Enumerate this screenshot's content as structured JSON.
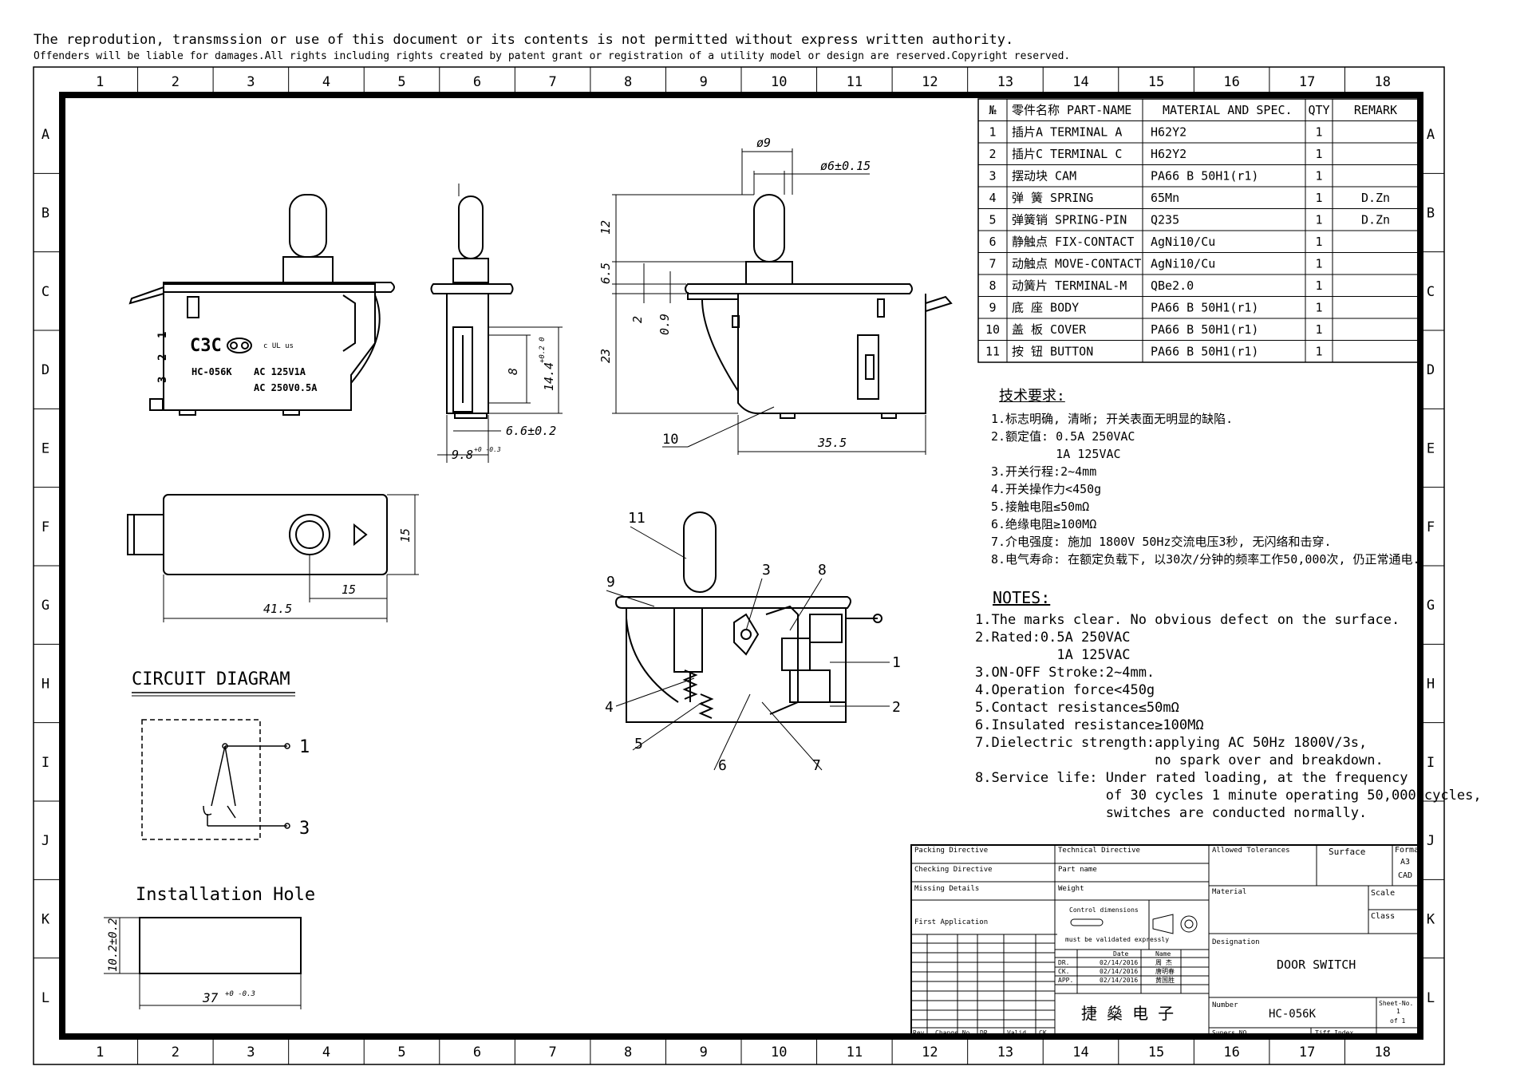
{
  "header": {
    "line1": "The reprodution, transmssion  or use of this document or its contents is not permitted without express written authority.",
    "line2": "Offenders will be liable for damages.All rights including rights created by patent grant or registration of a utility model or design are reserved.Copyright reserved."
  },
  "grid": {
    "columns": [
      "1",
      "2",
      "3",
      "4",
      "5",
      "6",
      "7",
      "8",
      "9",
      "10",
      "11",
      "12",
      "13",
      "14",
      "15",
      "16",
      "17",
      "18"
    ],
    "rows": [
      "A",
      "B",
      "C",
      "D",
      "E",
      "F",
      "G",
      "H",
      "I",
      "J",
      "K",
      "L"
    ]
  },
  "parts": {
    "headers": [
      "№",
      "零件名称 PART-NAME",
      "MATERIAL AND SPEC.",
      "QTY",
      "REMARK"
    ],
    "rows": [
      [
        "1",
        "插片A TERMINAL A",
        "H62Y2",
        "1",
        ""
      ],
      [
        "2",
        "插片C TERMINAL C",
        "H62Y2",
        "1",
        ""
      ],
      [
        "3",
        "摆动块 CAM",
        "PA66 B 50H1(r1)",
        "1",
        ""
      ],
      [
        "4",
        "弹 簧 SPRING",
        "65Mn",
        "1",
        "D.Zn"
      ],
      [
        "5",
        "弹簧销  SPRING-PIN",
        "Q235",
        "1",
        "D.Zn"
      ],
      [
        "6",
        "静触点 FIX-CONTACT",
        "AgNi10/Cu",
        "1",
        ""
      ],
      [
        "7",
        "动触点 MOVE-CONTACT",
        "AgNi10/Cu",
        "1",
        ""
      ],
      [
        "8",
        "动簧片  TERMINAL-M",
        "QBe2.0",
        "1",
        ""
      ],
      [
        "9",
        "底 座 BODY",
        "PA66 B 50H1(r1)",
        "1",
        ""
      ],
      [
        "10",
        "盖 板 COVER",
        "PA66 B 50H1(r1)",
        "1",
        ""
      ],
      [
        "11",
        "按 钮 BUTTON",
        "PA66 B 50H1(r1)",
        "1",
        ""
      ]
    ]
  },
  "tech_cn": {
    "title": "技术要求:",
    "lines": [
      "1.标志明确, 清晰; 开关表面无明显的缺陷.",
      "2.额定值: 0.5A 250VAC",
      "         1A 125VAC",
      "3.开关行程:2~4mm",
      "4.开关操作力<450g",
      "5.接触电阻≤50mΩ",
      "6.绝缘电阻≥100MΩ",
      "7.介电强度: 施加 1800V 50Hz交流电压3秒, 无闪络和击穿.",
      "8.电气寿命: 在额定负载下, 以30次/分钟的频率工作50,000次, 仍正常通电."
    ]
  },
  "notes_en": {
    "title": "NOTES:",
    "lines": [
      "1.The marks clear. No obvious defect on the surface.",
      "2.Rated:0.5A 250VAC",
      "          1A 125VAC",
      "3.ON-OFF Stroke:2~4mm.",
      "4.Operation force<450g",
      "5.Contact resistance≤50mΩ",
      "6.Insulated resistance≥100MΩ",
      "7.Dielectric strength:applying AC 50Hz 1800V/3s,",
      "                      no spark over and breakdown.",
      "8.Service life: Under rated loading, at the frequency",
      "                of 30 cycles 1 minute operating 50,000 cycles,",
      "                switches are conducted normally."
    ]
  },
  "labels": {
    "circuit_title": "CIRCUIT DIAGRAM",
    "install_title": "Installation Hole",
    "circuit_pin_1": "1",
    "circuit_pin_3": "3",
    "brand": "C3C",
    "cert_cqc": "CQC",
    "cert_ul": "c UL us",
    "model_print": "HC-056K",
    "rating_1": "AC 125V1A",
    "rating_2": "AC 250V0.5A",
    "pin_numbers": [
      "1",
      "2",
      "3"
    ]
  },
  "dims": {
    "d_9": "ø9",
    "d_6": "ø6±0.15",
    "d_12": "12",
    "d_6_5": "6.5",
    "d_2": "2",
    "d_0_9": "0.9",
    "d_23": "23",
    "d_35_5": "35.5",
    "d_8": "8",
    "d_14_4": "14.4",
    "d_14_4_tol": "+0.2 0",
    "d_6_6": "6.6±0.2",
    "d_9_8": "9.8",
    "d_9_8_tol": "+0 -0.3",
    "d_15a": "15",
    "d_15b": "15",
    "d_41_5": "41.5",
    "d_10_2": "10.2±0.2",
    "d_37": "37",
    "d_37_tol": "+0 -0.3",
    "callout_10": "10"
  },
  "callouts": [
    "11",
    "9",
    "3",
    "8",
    "1",
    "2",
    "4",
    "5",
    "6",
    "7"
  ],
  "title_block": {
    "packing": "Packing Directive",
    "technical": "Technical Directive",
    "tolerances": "Allowed Tolerances",
    "surface": "Surface",
    "format": "Format",
    "format_a3": "A3",
    "format_cad": "CAD",
    "checking": "Checking Directive",
    "part_name": "Part name",
    "missing": "Missing Details",
    "weight": "Weight",
    "material": "Material",
    "scale": "Scale",
    "class": "Class",
    "first_app": "First Application",
    "control_dims": "Control dimensions",
    "validated": "must be validated expressly",
    "designation": "Designation",
    "designation_value": "DOOR SWITCH",
    "date_hdr": "Date",
    "name_hdr": "Name",
    "dr": "DR.",
    "ck": "CK.",
    "app": "APP.",
    "date1": "02/14/2016",
    "date2": "02/14/2016",
    "date3": "02/14/2016",
    "name1": "周 杰",
    "name2": "唐明春",
    "name3": "黄国胜",
    "company": "捷 燊 电 子",
    "number_lbl": "Number",
    "number_value": "HC-056K",
    "sheet_lbl": "Sheet-No.",
    "sheet_no": "1",
    "sheet_of": "of 1",
    "supers": "Supers.NO.",
    "tiff": "Tiff Index",
    "rev": "Rev.",
    "change": "Change No.",
    "dr2": "DR.",
    "valid": "Valid",
    "ck2": "CK"
  }
}
